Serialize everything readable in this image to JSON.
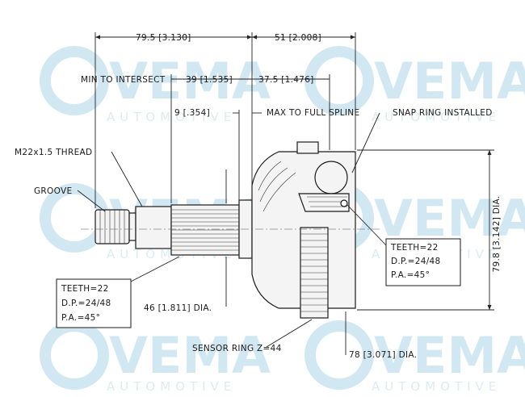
{
  "watermark": {
    "brand": "VEMA",
    "sub": "AUTOMOTIVE",
    "color": "#c9e4f1"
  },
  "dimensions": {
    "overall_length": "79.5 [3.130]",
    "head_length": "51 [2.008]",
    "min_to_intersect_label": "MIN TO INTERSECT",
    "min_to_intersect_value": "39 [1.535]",
    "head_offset": "37.5 [1.476]",
    "spline_offset": "9 [.354]",
    "max_to_full_spline": "MAX TO FULL SPLINE",
    "outer_diameter": "79.8 [3.142] DIA.",
    "shaft_diameter": "46 [1.811] DIA.",
    "sensor_diameter": "78 [3.071] DIA."
  },
  "callouts": {
    "snap_ring": "SNAP RING INSTALLED",
    "thread": "M22x1.5 THREAD",
    "groove": "GROOVE",
    "sensor_ring": "SENSOR RING Z=44"
  },
  "spec_inner": {
    "teeth": "TEETH=22",
    "dp": "D.P.=24/48",
    "pa": "P.A.=45°"
  },
  "spec_outer": {
    "teeth": "TEETH=22",
    "dp": "D.P.=24/48",
    "pa": "P.A.=45°"
  }
}
